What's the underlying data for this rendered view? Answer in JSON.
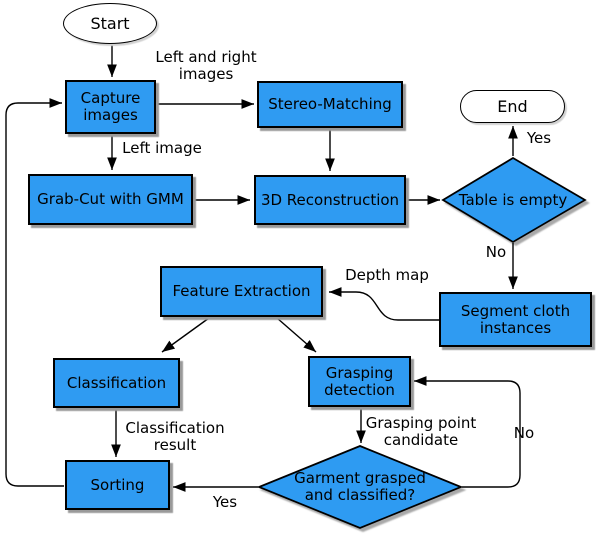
{
  "colors": {
    "node_fill": "#2f9bf2",
    "node_border": "#000000",
    "shadow": "#9a9a9a",
    "terminator_fill": "#ffffff",
    "line": "#000000",
    "bg": "#ffffff"
  },
  "nodes": {
    "start": "Start",
    "end": "End",
    "capture": "Capture\nimages",
    "stereo": "Stereo-Matching",
    "grabcut": "Grab-Cut with GMM",
    "recon": "3D Reconstruction",
    "feature": "Feature Extraction",
    "segment": "Segment cloth\ninstances",
    "classification": "Classification",
    "grasping": "Grasping\ndetection",
    "sorting": "Sorting",
    "table_empty": "Table is empty",
    "garment_grasped": "Garment grasped\nand classified?"
  },
  "edge_labels": {
    "left_right_images": "Left and right\nimages",
    "left_image": "Left image",
    "yes_end": "Yes",
    "no_segment": "No",
    "depth_map": "Depth map",
    "classification_result": "Classification\nresult",
    "grasping_point_candidate": "Grasping point\ncandidate",
    "yes_sorting": "Yes",
    "no_loop": "No"
  }
}
